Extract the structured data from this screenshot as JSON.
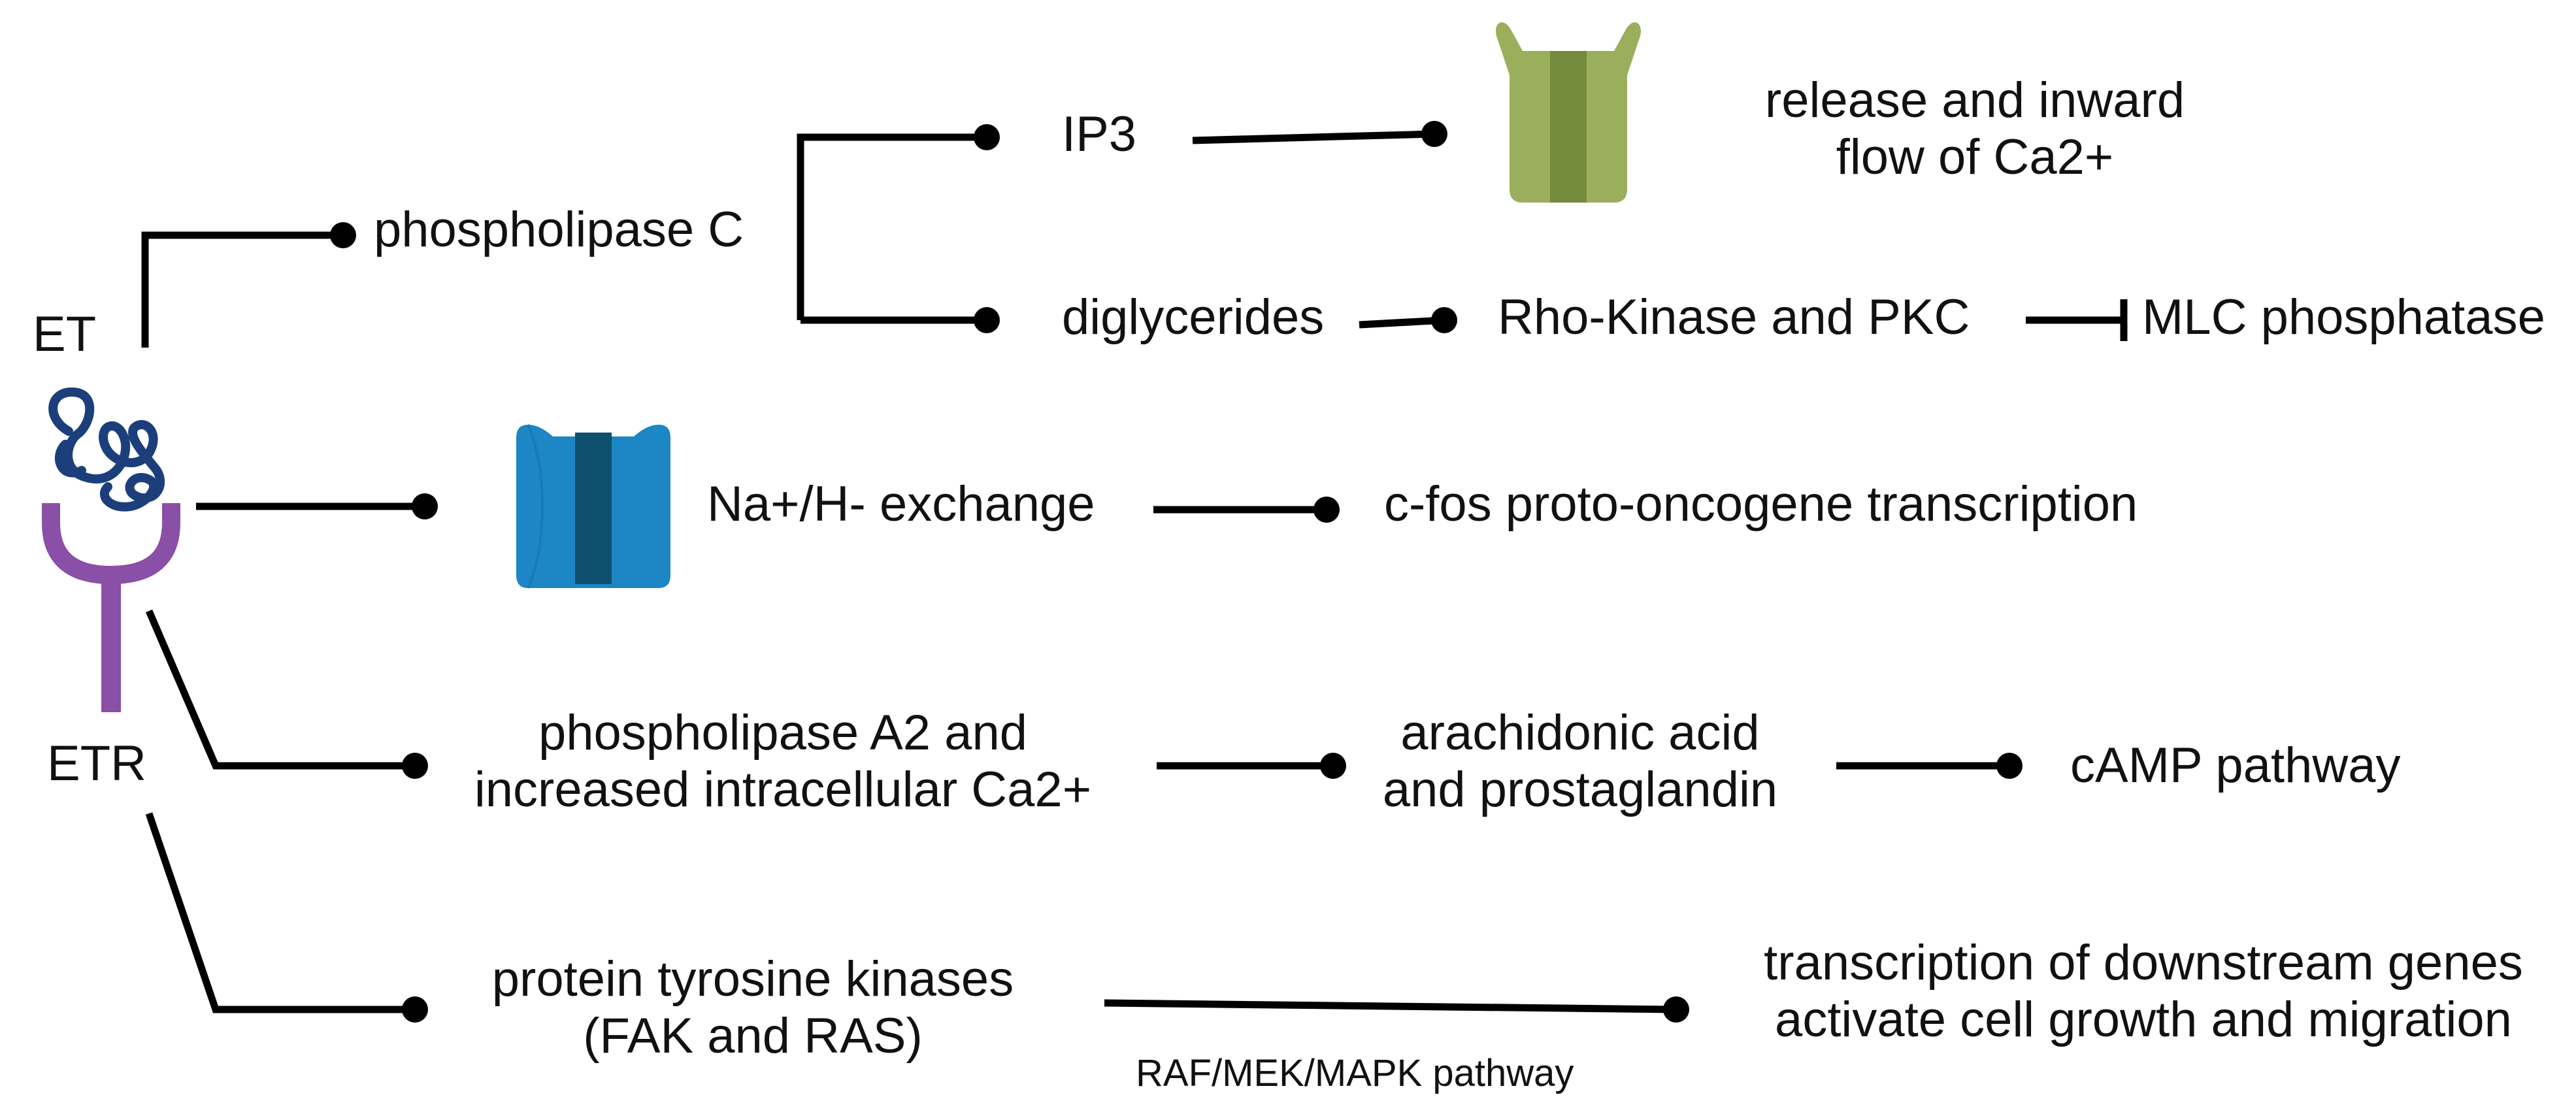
{
  "labels": {
    "et": "ET",
    "etr": "ETR",
    "phospholipase_c": "phospholipase C",
    "ip3": "IP3",
    "ca_release_1": "release and inward",
    "ca_release_2": "flow of Ca2+",
    "diglycerides": "diglycerides",
    "rho_pkc": "Rho-Kinase and PKC",
    "mlc": "MLC phosphatase",
    "na_h": "Na+/H- exchange",
    "cfos": "c-fos proto-oncogene transcription",
    "pla2_1": "phospholipase A2 and",
    "pla2_2": "increased intracellular Ca2+",
    "arach_1": "arachidonic acid",
    "arach_2": "and prostaglandin",
    "camp": "cAMP pathway",
    "ptk_1": "protein tyrosine kinases",
    "ptk_2": "(FAK and RAS)",
    "transcr_1": "transcription of downstream genes",
    "transcr_2": "activate cell growth and migration",
    "mapk": "RAF/MEK/MAPK pathway"
  },
  "colors": {
    "line": "#000000",
    "receptor": "#8a4fa6",
    "ligand": "#1c3f7c",
    "channel_green_outer": "#9aae5c",
    "channel_green_inner": "#748a3c",
    "channel_blue_outer": "#1d86c4",
    "channel_blue_inner": "#0f4f6e"
  },
  "icons": {
    "ligand": "endothelin-ligand-icon",
    "receptor": "endothelin-receptor-icon",
    "calcium_channel": "calcium-channel-icon",
    "exchanger": "na-h-exchanger-icon"
  }
}
